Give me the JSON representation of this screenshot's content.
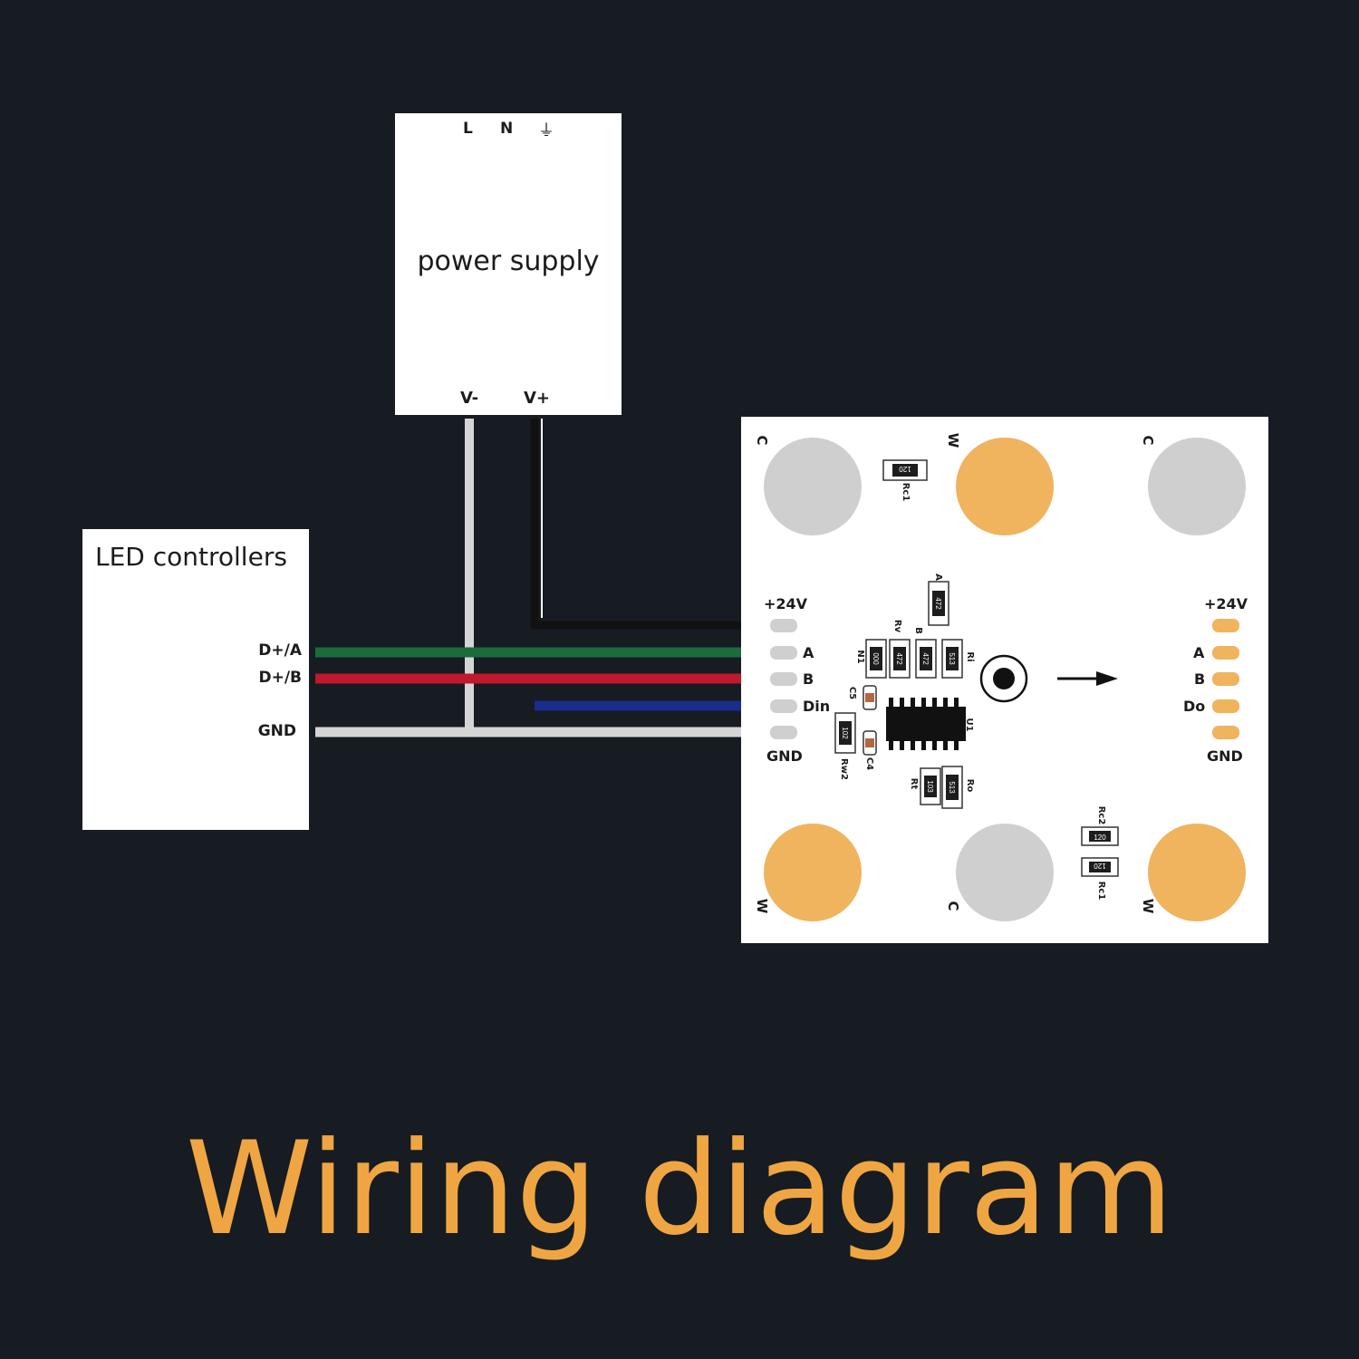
{
  "title": "Wiring diagram",
  "power_supply": {
    "label": "power supply",
    "terminal_l": "L",
    "terminal_n": "N",
    "terminal_earth": "⏚",
    "out_minus": "V-",
    "out_plus": "V+"
  },
  "controller": {
    "label": "LED controllers",
    "pin_a": "D+/A",
    "pin_b": "D+/B",
    "pin_gnd": "GND"
  },
  "board": {
    "input": {
      "v24": "+24V",
      "a": "A",
      "b": "B",
      "din": "Din",
      "gnd": "GND"
    },
    "output": {
      "v24": "+24V",
      "a": "A",
      "b": "B",
      "do": "Do",
      "gnd": "GND"
    },
    "led_letters": {
      "top_left": "C",
      "top_mid": "W",
      "top_right": "C",
      "bot_left": "W",
      "bot_mid": "C",
      "bot_right": "W"
    },
    "components": {
      "rc1_top": "Rc1",
      "rc1_top_val": "120",
      "a": "A",
      "a_val": "472",
      "rv": "Rv",
      "b": "B",
      "n1": "N1",
      "n1_val": "000",
      "rv_val": "472",
      "b_val": "472",
      "ri": "Ri",
      "ri_val": "513",
      "c5": "C5",
      "rw2": "Rw2",
      "rw2_val": "102",
      "c4": "C4",
      "u1": "U1",
      "rt": "Rt",
      "rt_val": "103",
      "ro": "Ro",
      "ro_val": "513",
      "rc2": "Rc2",
      "rc2_val": "120",
      "rc1_bot": "Rc1",
      "rc1_bot_val": "120"
    }
  },
  "colors": {
    "background": "#171b22",
    "accent_orange": "#efa642",
    "led_warm": "#f0b35e",
    "led_cool": "#cfcfcf",
    "wire_green": "#1c6b3c",
    "wire_red": "#c0182c",
    "wire_blue": "#1a2d8c",
    "wire_black": "#111111",
    "wire_gray": "#d5d5d5"
  }
}
